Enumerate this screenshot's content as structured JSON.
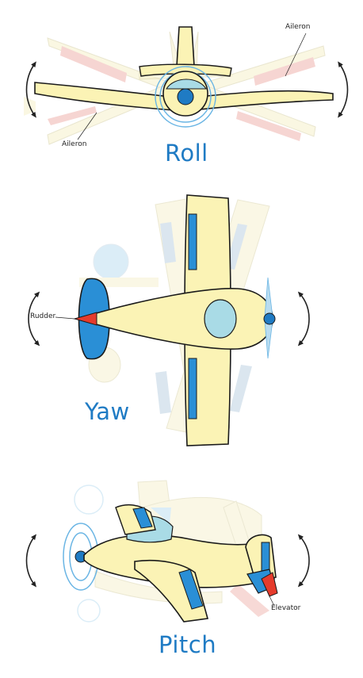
{
  "sections": {
    "roll": {
      "caption": "Roll",
      "aileron_right": "Aileron",
      "aileron_left": "Aileron"
    },
    "yaw": {
      "caption": "Yaw",
      "rudder": "Rudder"
    },
    "pitch": {
      "caption": "Pitch",
      "elevator": "Elevator"
    }
  },
  "colors": {
    "body": "#fbf3b5",
    "body_ghost": "#f7f1cc",
    "control_surface": "#2a8fd6",
    "rudder": "#e53b2c",
    "aileron_ghost": "#f0b4ae",
    "canopy": "#a9dbe6",
    "caption": "#1f7bc4",
    "outline": "#1a1a1a"
  },
  "icons": [
    "rotate-arrow-icon",
    "propeller-icon"
  ]
}
